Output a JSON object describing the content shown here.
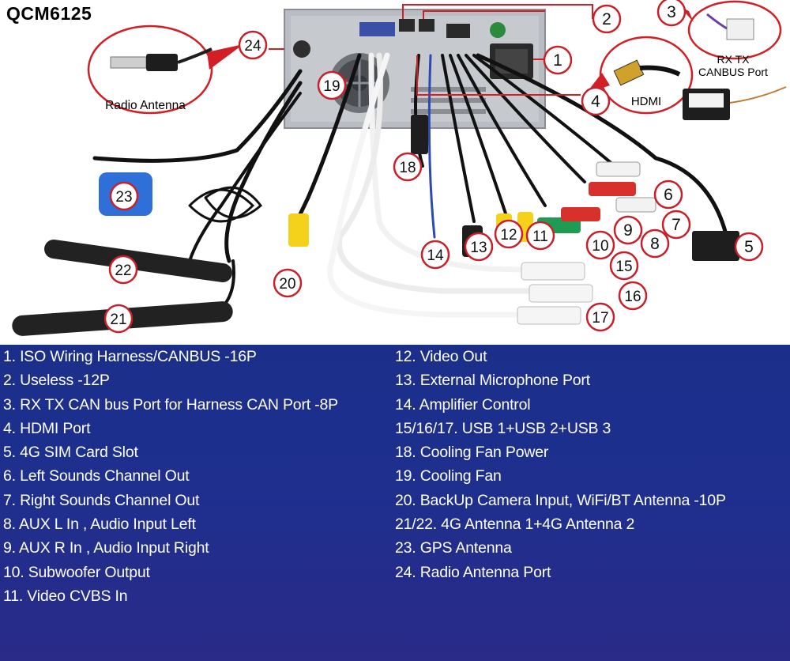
{
  "model": "QCM6125",
  "callouts": {
    "radio_antenna": "Radio Antenna",
    "hdmi": "HDMI",
    "rx_tx_line1": "RX TX",
    "rx_tx_line2": "CANBUS Port"
  },
  "badges": [
    "1",
    "2",
    "3",
    "4",
    "5",
    "6",
    "7",
    "8",
    "9",
    "10",
    "11",
    "12",
    "13",
    "14",
    "15",
    "16",
    "17",
    "18",
    "19",
    "20",
    "21",
    "22",
    "23",
    "24"
  ],
  "legend": {
    "left": [
      "1. ISO Wiring Harness/CANBUS -16P",
      "2. Useless -12P",
      "3. RX TX CAN bus Port for Harness CAN Port -8P",
      "4. HDMI Port",
      "5. 4G SIM Card Slot",
      "6. Left Sounds Channel Out",
      "7. Right Sounds Channel Out",
      "8. AUX L In , Audio Input Left",
      "9. AUX R In , Audio Input Right",
      "10. Subwoofer Output",
      "11. Video CVBS In"
    ],
    "right": [
      "12. Video Out",
      "13. External Microphone Port",
      "14. Amplifier Control",
      "15/16/17. USB 1+USB 2+USB 3",
      "18. Cooling Fan Power",
      "19. Cooling Fan",
      "20. BackUp Camera Input, WiFi/BT Antenna -10P",
      "21/22. 4G Antenna 1+4G Antenna 2",
      "23. GPS Antenna",
      "24. Radio Antenna Port"
    ]
  },
  "colors": {
    "badge_border": "#c8202a",
    "legend_bg": "#1e2f8e",
    "pointer": "#d21f26",
    "unit_body": "#b9bcc2",
    "gps_blue": "#2f6fd8",
    "rca_red": "#d8312c",
    "rca_white": "#f2f2f2",
    "rca_yellow": "#f4d21b",
    "rca_green": "#1f9b54"
  }
}
